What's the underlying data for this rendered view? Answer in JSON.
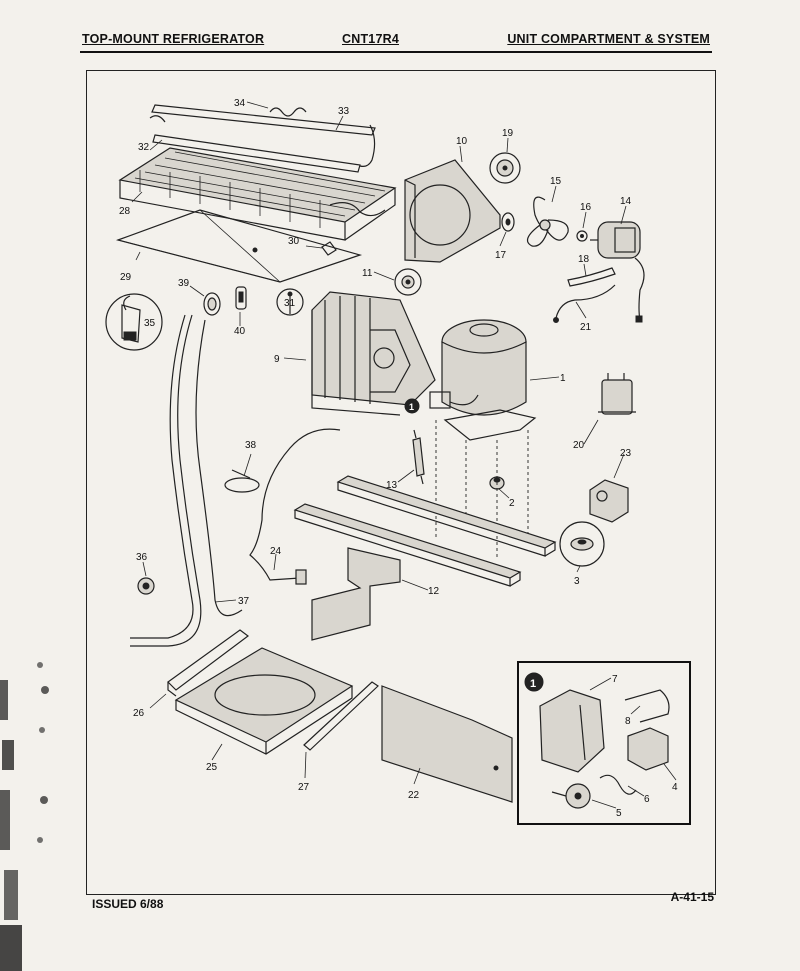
{
  "header": {
    "left": "TOP-MOUNT REFRIGERATOR",
    "model": "CNT17R4",
    "right": "UNIT COMPARTMENT & SYSTEM"
  },
  "footer": {
    "issued": "ISSUED 6/88",
    "page_code": "A-41-15"
  },
  "callouts": {
    "c1": "1",
    "c2": "2",
    "c3": "3",
    "c4": "4",
    "c5": "5",
    "c6": "6",
    "c7": "7",
    "c8": "8",
    "c9": "9",
    "c10": "10",
    "c11": "11",
    "c12": "12",
    "c13": "13",
    "c14": "14",
    "c15": "15",
    "c16": "16",
    "c17": "17",
    "c18": "18",
    "c19": "19",
    "c20": "20",
    "c21": "21",
    "c22": "22",
    "c23": "23",
    "c24": "24",
    "c25": "25",
    "c26": "26",
    "c27": "27",
    "c28": "28",
    "c29": "29",
    "c30": "30",
    "c31": "31",
    "c32": "32",
    "c33": "33",
    "c34": "34",
    "c35": "35",
    "c36": "36",
    "c37": "37",
    "c38": "38",
    "c39": "39",
    "c40": "40"
  },
  "inset": {
    "marker": "1"
  },
  "compressor_marker": "1"
}
